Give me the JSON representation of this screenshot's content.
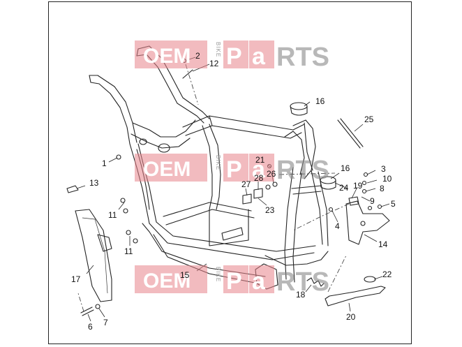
{
  "watermark": {
    "oem": "OEM",
    "bike": "BIKE",
    "parts_p": "P",
    "parts_a": "a",
    "parts_rts": "RTS"
  },
  "callouts": [
    {
      "id": "c1",
      "text": "1"
    },
    {
      "id": "c2",
      "text": "2"
    },
    {
      "id": "c3",
      "text": "3"
    },
    {
      "id": "c4",
      "text": "4"
    },
    {
      "id": "c5",
      "text": "5"
    },
    {
      "id": "c6",
      "text": "6"
    },
    {
      "id": "c7",
      "text": "7"
    },
    {
      "id": "c8",
      "text": "8"
    },
    {
      "id": "c9",
      "text": "9"
    },
    {
      "id": "c10",
      "text": "10"
    },
    {
      "id": "c11a",
      "text": "11"
    },
    {
      "id": "c11b",
      "text": "11"
    },
    {
      "id": "c12",
      "text": "12"
    },
    {
      "id": "c13",
      "text": "13"
    },
    {
      "id": "c14",
      "text": "14"
    },
    {
      "id": "c15",
      "text": "15"
    },
    {
      "id": "c16a",
      "text": "16"
    },
    {
      "id": "c16b",
      "text": "16"
    },
    {
      "id": "c17",
      "text": "17"
    },
    {
      "id": "c18",
      "text": "18"
    },
    {
      "id": "c19",
      "text": "19"
    },
    {
      "id": "c20",
      "text": "20"
    },
    {
      "id": "c21",
      "text": "21"
    },
    {
      "id": "c22",
      "text": "22"
    },
    {
      "id": "c23",
      "text": "23"
    },
    {
      "id": "c24",
      "text": "24"
    },
    {
      "id": "c25",
      "text": "25"
    },
    {
      "id": "c26",
      "text": "26"
    },
    {
      "id": "c27",
      "text": "27"
    },
    {
      "id": "c28",
      "text": "28"
    }
  ]
}
